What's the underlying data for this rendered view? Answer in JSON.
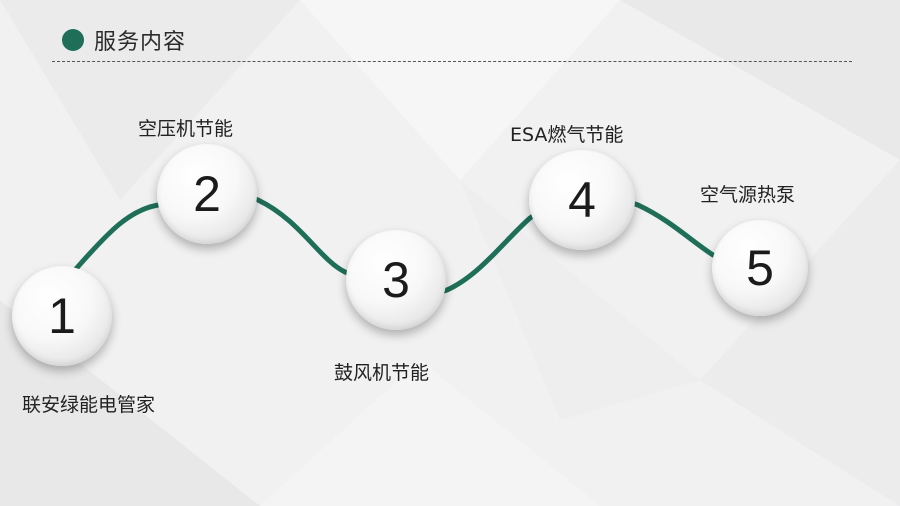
{
  "header": {
    "title": "服务内容"
  },
  "steps": [
    {
      "number": "1",
      "label": "联安绿能电管家"
    },
    {
      "number": "2",
      "label": "空压机节能"
    },
    {
      "number": "3",
      "label": "鼓风机节能"
    },
    {
      "number": "4",
      "label": "ESA燃气节能"
    },
    {
      "number": "5",
      "label": "空气源热泵"
    }
  ],
  "colors": {
    "accent": "#1f6f58",
    "background": "#f1f1f2"
  }
}
